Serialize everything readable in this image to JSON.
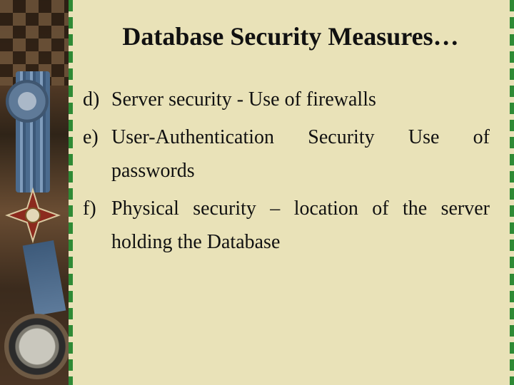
{
  "slide": {
    "title": "Database Security Measures…",
    "bullets": [
      {
        "marker": "d)",
        "text": "Server security - Use of firewalls"
      },
      {
        "marker": "e)",
        "text": "User-Authentication  Security  Use  of passwords"
      },
      {
        "marker": "f)",
        "text": "Physical security – location of the server holding the Database"
      }
    ]
  },
  "decor": {
    "left_image": "military-medals-compass-photo",
    "border_color": "#2f8a35",
    "background_color": "#e9e2b8"
  }
}
